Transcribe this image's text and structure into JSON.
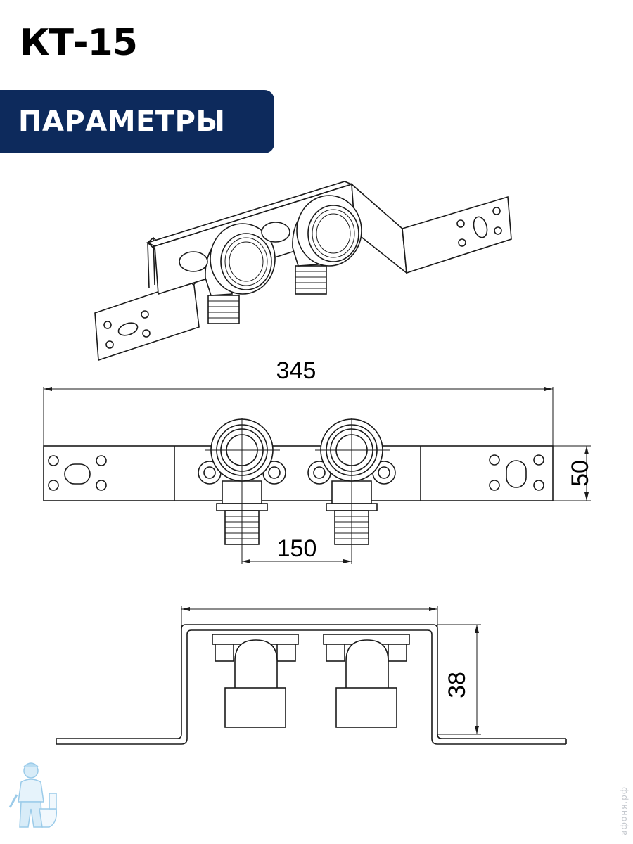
{
  "header": {
    "title": "КТ-15"
  },
  "section": {
    "label": "ПАРАМЕТРЫ",
    "color": "#0d2a5c"
  },
  "dimensions": {
    "overall_length": "345",
    "bracket_height": "50",
    "outlet_spacing": "150",
    "depth": "38"
  },
  "icons": {
    "mascot": "plumber-mascot-icon"
  },
  "watermark": "афоня.рф"
}
